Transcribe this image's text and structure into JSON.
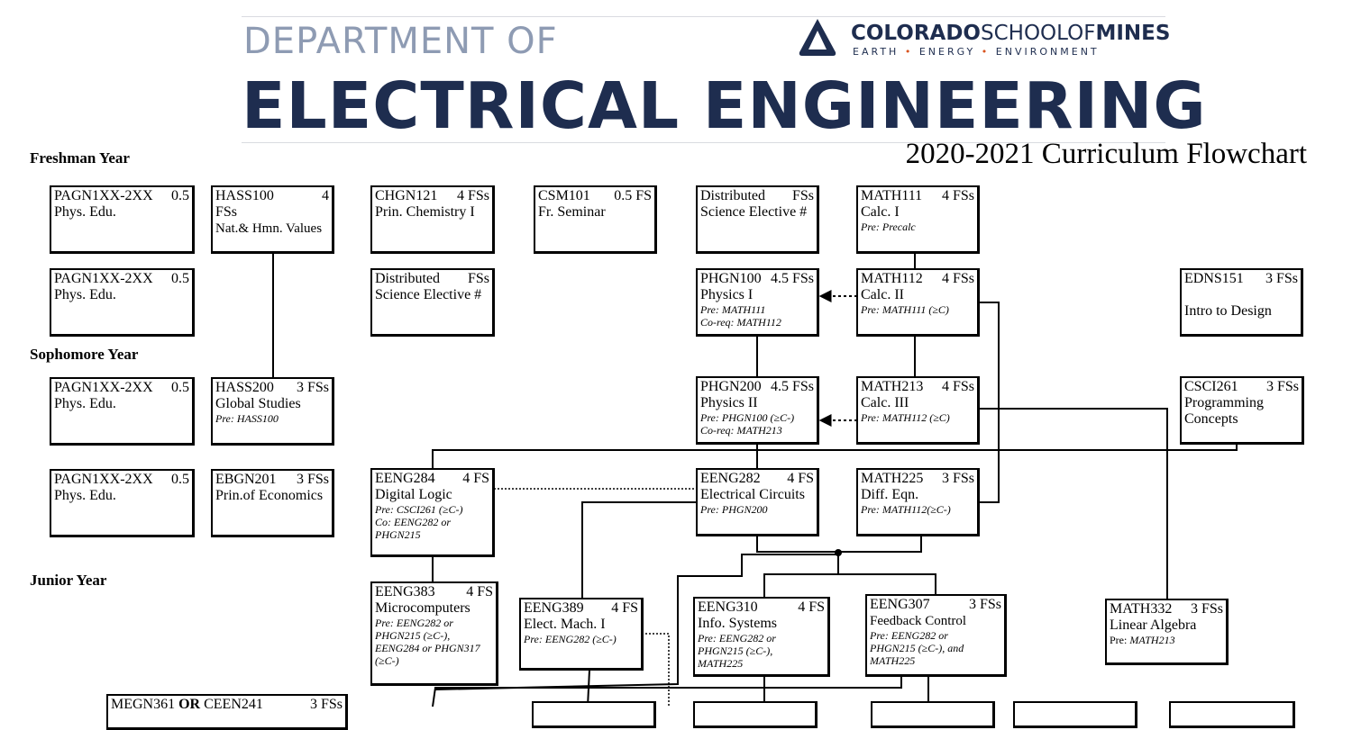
{
  "header": {
    "dept_of": "DEPARTMENT OF",
    "dept_name": "ELECTRICAL ENGINEERING",
    "school_bold1": "COLORADO",
    "school_thin": "SCHOOLOF",
    "school_bold2": "MINES",
    "tagline_parts": [
      "EARTH",
      "ENERGY",
      "ENVIRONMENT"
    ],
    "tagline_sep": "•",
    "title": "2020-2021 Curriculum Flowchart"
  },
  "years": {
    "freshman": "Freshman Year",
    "sophomore": "Sophomore Year",
    "junior": "Junior Year"
  },
  "courses": {
    "pagn1": {
      "code": "PAGN1XX-2XX",
      "credits": "0.5",
      "name": "Phys. Edu."
    },
    "pagn2": {
      "code": "PAGN1XX-2XX",
      "credits": "0.5",
      "name": "Phys. Edu."
    },
    "pagn3": {
      "code": "PAGN1XX-2XX",
      "credits": "0.5",
      "name": "Phys. Edu."
    },
    "pagn4": {
      "code": "PAGN1XX-2XX",
      "credits": "0.5",
      "name": "Phys. Edu."
    },
    "hass100": {
      "code": "HASS100",
      "credits": "4",
      "extra": "FSs",
      "name": "Nat.& Hmn. Values"
    },
    "hass200": {
      "code": "HASS200",
      "credits": "3 FSs",
      "name": "Global Studies",
      "pre": "Pre: HASS100"
    },
    "ebgn201": {
      "code": "EBGN201",
      "credits": "3 FSs",
      "name": "Prin.of Economics"
    },
    "chgn121": {
      "code": "CHGN121",
      "credits": "4 FSs",
      "name": "Prin. Chemistry I"
    },
    "dse1": {
      "code": "Distributed",
      "credits": "FSs",
      "name": "Science Elective #"
    },
    "dse2": {
      "code": "Distributed",
      "credits": "FSs",
      "name": "Science Elective #"
    },
    "csm101": {
      "code": "CSM101",
      "credits": "0.5 FS",
      "name": "Fr. Seminar"
    },
    "math111": {
      "code": "MATH111",
      "credits": "4 FSs",
      "name": "Calc. I",
      "pre": "Pre: Precalc"
    },
    "math112": {
      "code": "MATH112",
      "credits": "4 FSs",
      "name": "Calc. II",
      "pre": "Pre: MATH111 (≥C)"
    },
    "phgn100": {
      "code": "PHGN100",
      "credits": "4.5 FSs",
      "name": "Physics I",
      "pre": "Pre: MATH111",
      "pre2": "Co-req: MATH112"
    },
    "edns151": {
      "code": "EDNS151",
      "credits": "3 FSs",
      "name": "Intro to Design"
    },
    "phgn200": {
      "code": "PHGN200",
      "credits": "4.5 FSs",
      "name": "Physics II",
      "pre": "Pre: PHGN100 (≥C-)",
      "pre2": "Co-req: MATH213"
    },
    "math213": {
      "code": "MATH213",
      "credits": "4 FSs",
      "name": "Calc. III",
      "pre": "Pre: MATH112 (≥C)"
    },
    "csci261": {
      "code": "CSCI261",
      "credits": "3 FSs",
      "name": "Programming",
      "name2": "Concepts"
    },
    "eeng284": {
      "code": "EENG284",
      "credits": "4 FS",
      "name": "Digital Logic",
      "pre": "Pre: CSCI261 (≥C-)",
      "pre2": "Co: EENG282 or",
      "pre3": "PHGN215"
    },
    "eeng282": {
      "code": "EENG282",
      "credits": "4 FS",
      "name": "Electrical Circuits",
      "pre": "Pre: PHGN200"
    },
    "math225": {
      "code": "MATH225",
      "credits": "3 FSs",
      "name": "Diff. Eqn.",
      "pre": "Pre: MATH112(≥C-)"
    },
    "eeng383": {
      "code": "EENG383",
      "credits": "4 FS",
      "name": "Microcomputers",
      "pre": "Pre: EENG282 or",
      "pre2": "PHGN215 (≥C-),",
      "pre3": "EENG284 or PHGN317",
      "pre4": "(≥C-)"
    },
    "eeng389": {
      "code": "EENG389",
      "credits": "4 FS",
      "name": "Elect. Mach. I",
      "pre": "Pre: EENG282 (≥C-)"
    },
    "eeng310": {
      "code": "EENG310",
      "credits": "4 FS",
      "name": "Info. Systems",
      "pre": "Pre: EENG282 or",
      "pre2": "PHGN215 (≥C-),",
      "pre3": "MATH225"
    },
    "eeng307": {
      "code": "EENG307",
      "credits": "3 FSs",
      "name": "Feedback Control",
      "pre": "Pre: EENG282 or",
      "pre2": "PHGN215 (≥C-), and",
      "pre3": "MATH225"
    },
    "math332": {
      "code": "MATH332",
      "credits": "3 FSs",
      "name": "Linear Algebra",
      "pre_label": "Pre:",
      "pre": "MATH213"
    },
    "megn361": {
      "code": "MEGN361",
      "or": "OR",
      "code2": "CEEN241",
      "credits": "3 FSs"
    }
  },
  "colors": {
    "dept_of": "#8e9bb3",
    "dept_name": "#1e2d4f",
    "accent_dot": "#d9531e"
  }
}
